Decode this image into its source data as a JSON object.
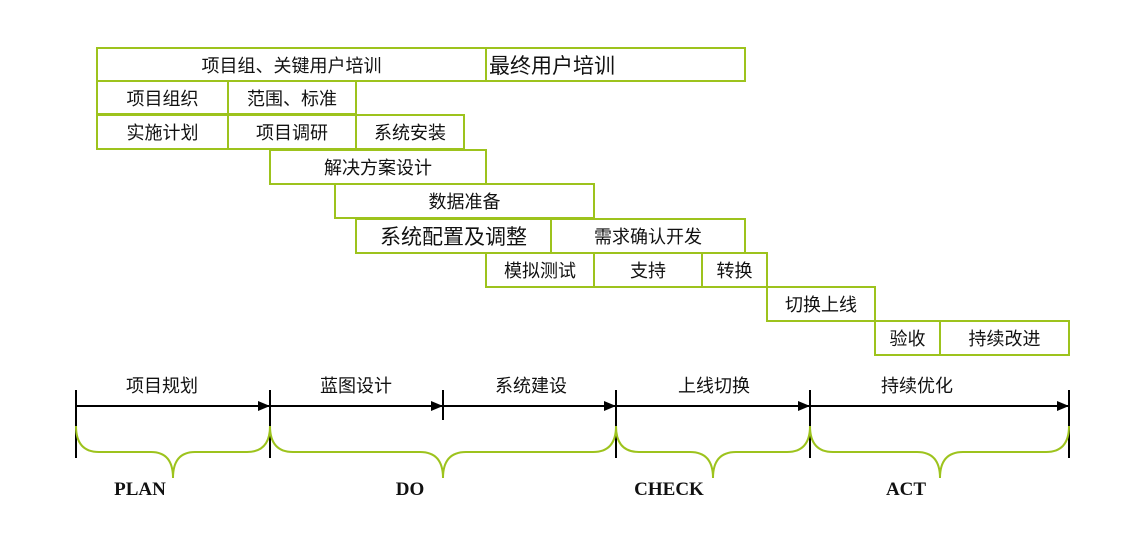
{
  "tasks": [
    {
      "id": "t1",
      "label": "项目组、关键用户培训"
    },
    {
      "id": "t2",
      "label": "最终用户培训"
    },
    {
      "id": "t3",
      "label": "项目组织"
    },
    {
      "id": "t4",
      "label": "范围、标准"
    },
    {
      "id": "t5",
      "label": "实施计划"
    },
    {
      "id": "t6",
      "label": "项目调研"
    },
    {
      "id": "t7",
      "label": "系统安装"
    },
    {
      "id": "t8",
      "label": "解决方案设计"
    },
    {
      "id": "t9",
      "label": "数据准备"
    },
    {
      "id": "t10",
      "label": "系统配置及调整"
    },
    {
      "id": "t11",
      "label": "需求确认开发"
    },
    {
      "id": "t12",
      "label": "模拟测试"
    },
    {
      "id": "t13",
      "label": "支持"
    },
    {
      "id": "t14",
      "label": "转换"
    },
    {
      "id": "t15",
      "label": "切换上线"
    },
    {
      "id": "t16",
      "label": "验收"
    },
    {
      "id": "t17",
      "label": "持续改进"
    }
  ],
  "phases": [
    {
      "id": "p1",
      "label": "项目规划"
    },
    {
      "id": "p2",
      "label": "蓝图设计"
    },
    {
      "id": "p3",
      "label": "系统建设"
    },
    {
      "id": "p4",
      "label": "上线切换"
    },
    {
      "id": "p5",
      "label": "持续优化"
    }
  ],
  "pdca": [
    {
      "id": "plan",
      "label": "PLAN"
    },
    {
      "id": "do",
      "label": "DO"
    },
    {
      "id": "check",
      "label": "CHECK"
    },
    {
      "id": "act",
      "label": "ACT"
    }
  ],
  "colors": {
    "box_border": "#9dc31d",
    "brace": "#9dc31d",
    "line": "#000000"
  }
}
